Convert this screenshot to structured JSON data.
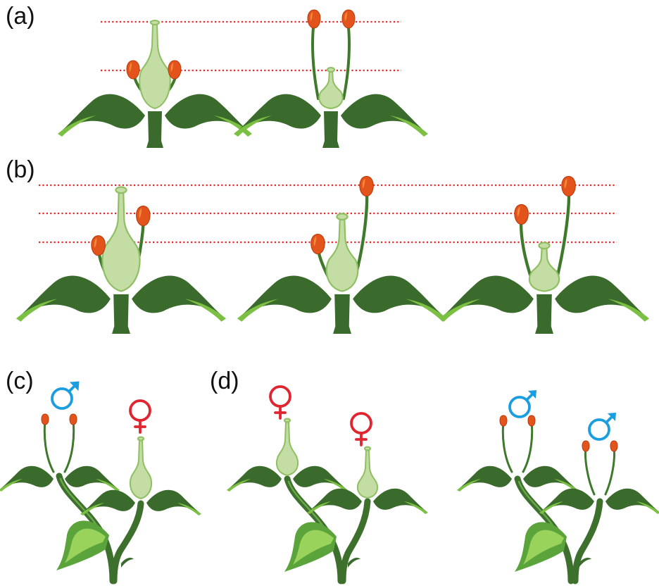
{
  "panels": [
    {
      "id": "a",
      "label": "(a)"
    },
    {
      "id": "b",
      "label": "(b)"
    },
    {
      "id": "c",
      "label": "(c)"
    },
    {
      "id": "d",
      "label": "(d)"
    }
  ],
  "colors": {
    "guide_line": "#e8262a",
    "male_symbol": "#1a9ee0",
    "female_symbol": "#e02530",
    "leaf": "#3a6b2c",
    "pistil": "#c3dda4",
    "anther": "#e2541b"
  },
  "icons": {
    "male": "male-symbol-icon",
    "female": "female-symbol-icon"
  }
}
